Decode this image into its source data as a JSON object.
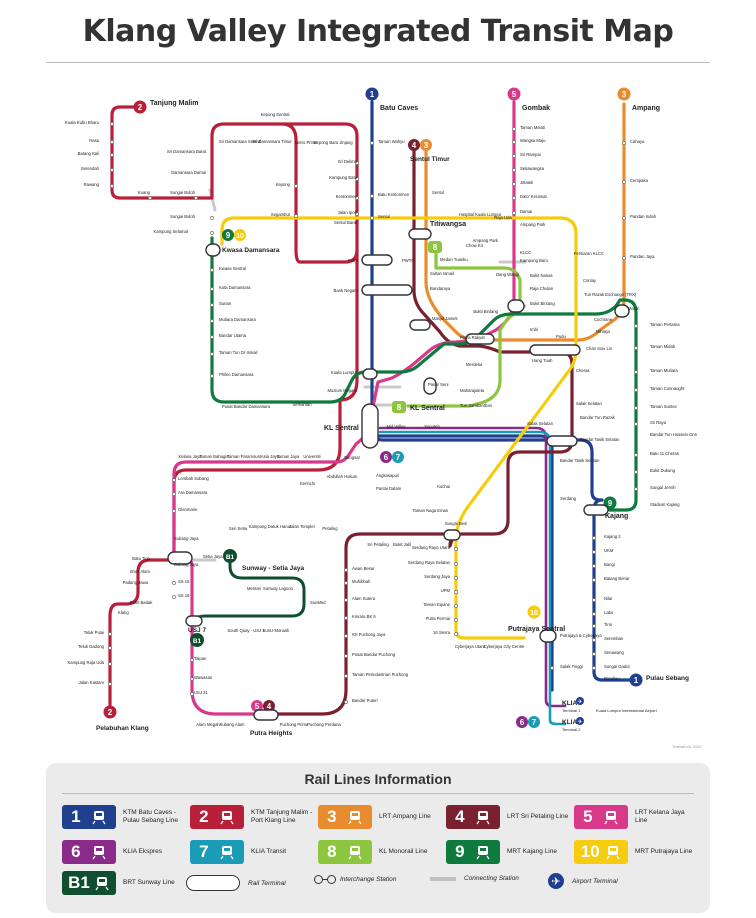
{
  "title": "Klang Valley Integrated Transit Map",
  "copyright": "TransitLink 2022",
  "colors": {
    "ktm1": "#1f3f8f",
    "ktm2": "#b8203a",
    "lrt3": "#e98b2f",
    "lrt4": "#7a2130",
    "lrt5": "#d8398b",
    "ekspres6": "#8a2a8a",
    "transit7": "#1a9bb6",
    "mono8": "#8cc63f",
    "mrt9": "#0e7a3e",
    "mrt10": "#f5cd0e",
    "brt": "#0f4e2e",
    "connect": "#c0c0c0"
  },
  "lines": {
    "l1": "1",
    "l2": "2",
    "l3": "3",
    "l4": "4",
    "l5": "5",
    "l6": "6",
    "l7": "7",
    "l8": "8",
    "l9": "9",
    "l10": "10",
    "b1": "B1"
  },
  "terminals": {
    "batu_caves": "Batu Caves",
    "tanjung_malim": "Tanjung Malim",
    "gombak": "Gombak",
    "ampang": "Ampang",
    "sentul_timur": "Sentul Timur",
    "kwasa_damansara": "Kwasa Damansara",
    "kl_sentral": "KL Sentral",
    "kl_sentral_mono": "KL Sentral",
    "titiwangsa": "Titiwangsa",
    "kajang": "Kajang",
    "pulau_sebang": "Pulau Sebang",
    "putrajaya_sentral": "Putrajaya Sentral",
    "putra_heights": "Putra Heights",
    "pelabuhan_klang": "Pelabuhan Klang",
    "usj7": "USJ 7",
    "sunway": "Sunway - Setia Jaya",
    "klia_t1": "KLIA",
    "klia_t1_sub": "Terminal 1",
    "klia_t2": "KLIA",
    "klia_t2_sub": "Terminal 2",
    "klia_airport": "Kuala Lumpur International Airport"
  },
  "stations": {
    "kuala_kubu_bharu": "Kuala Kubu Bharu",
    "rasa": "Rasa",
    "batang_kali": "Batang Kali",
    "serendah": "Serendah",
    "rawang": "Rawang",
    "kuang": "Kuang",
    "sungai_buloh": "Sungai Buloh",
    "sungai_buloh2": "Sungai Buloh",
    "kampung_selamat": "Kampung Selamat",
    "sri_damansara_barat": "Sri Damansara Barat",
    "sri_damansara_sentral": "Sri Damansara Sentral",
    "sri_damansara_timur": "Sri Damansara Timur",
    "damansara_damai": "Damansara Damai",
    "kepong_sentral": "Kepong Sentral",
    "kepong": "Kepong",
    "segambut": "Segambut",
    "metro_prima": "Metro Prima",
    "kepong_baru": "Kepong Baru",
    "jinjang": "Jinjang",
    "sri_delima": "Sri Delima",
    "kampung_batu": "Kampung Batu",
    "kentonmen": "Kentonmen",
    "jalan_ipoh": "Jalan Ipoh",
    "sentul_barat": "Sentul Barat",
    "taman_wahyu": "Taman Wahyu",
    "batu_kentonmen": "Batu Kentonmen",
    "sentul": "Sentul",
    "sentul2": "Sentul",
    "hospital_kl": "Hospital Kuala Lumpur",
    "raja_uda": "Raja Uda",
    "ampang_park": "Ampang Park",
    "taman_melati": "Taman Melati",
    "wangsa_maju": "Wangsa Maju",
    "sri_rampai": "Sri Rampai",
    "setiawangsa": "Setiawangsa",
    "jelatek": "Jelatek",
    "dato_keramat": "Dato' Keramat",
    "damai": "Damai",
    "ampang_park2": "Ampang Park",
    "klcc": "KLCC",
    "kampung_baru": "Kampung Baru",
    "cahaya": "Cahaya",
    "cempaka": "Cempaka",
    "pandan_indah": "Pandan Indah",
    "pandan_jaya": "Pandan Jaya",
    "persiaran_klcc": "Persiaran KLCC",
    "conlay": "Conlay",
    "tun_razak": "Tun Razak Exchange (TRX)",
    "chow_kit": "Chow Kit",
    "medan_tuanku": "Medan Tuanku",
    "sultan_ismail": "Sultan Ismail",
    "bandaraya": "Bandaraya",
    "dang_wangi": "Dang Wangi",
    "bukit_nanas": "Bukit Nanas",
    "raja_chulan": "Raja Chulan",
    "bukit_bintang": "Bukit Bintang",
    "bukit_bintang2": "Bukit Bintang",
    "imbi": "Imbi",
    "pwtc": "PWTC",
    "putra": "Putra",
    "bank_negara": "Bank Negara",
    "masjid_jamek": "Masjid Jamek",
    "plaza_rakyat": "Plaza Rakyat",
    "merdeka": "Merdeka",
    "hang_tuah": "Hang Tuah",
    "pudu": "Pudu",
    "chan_sow_lin": "Chan Sow Lin",
    "cochrane": "Cochrane",
    "miharja": "Miharja",
    "maluri": "Maluri",
    "cheras": "Cheras",
    "salak_selatan": "Salak Selatan",
    "bandar_tun_razak": "Bandar Tun Razak",
    "bandar_tasik_selatan": "Bandar Tasik Selatan",
    "maharajalela": "Maharajalela",
    "tun_sambanthan": "Tun Sambanthan",
    "pasar_seni": "Pasar Seni",
    "kuala_lumpur": "Kuala Lumpur",
    "muzium_negara": "Muzium Negara",
    "kwasa_sentral": "Kwasa Sentral",
    "kota_damansara": "Kota Damansara",
    "surian": "Surian",
    "mutiara_damansara": "Mutiara Damansara",
    "bandar_utama": "Bandar Utama",
    "ttdi": "Taman Tun Dr Ismail",
    "phileo": "Phileo Damansara",
    "pusat_bandar_damansara": "Pusat Bandar Damansara",
    "semantan": "Semantan",
    "taman_pertama": "Taman Pertama",
    "taman_midah": "Taman Midah",
    "taman_mutiara": "Taman Mutiara",
    "taman_connaught": "Taman Connaught",
    "taman_suntex": "Taman Suntex",
    "sri_raya": "Sri Raya",
    "bandar_tun_hussein_onn": "Bandar Tun Hussein Onn",
    "batu_11_cheras": "Batu 11 Cheras",
    "bukit_dukung": "Bukit Dukung",
    "sungai_jernih": "Sungai Jernih",
    "stadium_kajang": "Stadium Kajang",
    "salak_selatan2": "Salak Selatan",
    "kuchai": "Kuchai",
    "taman_naga_emas": "Taman Naga Emas",
    "sungai_besi": "Sungai Besi",
    "serdang_raya_utara": "Serdang Raya Utara",
    "serdang_raya_selatan": "Serdang Raya Selatan",
    "serdang_jaya": "Serdang Jaya",
    "upm": "UPM",
    "taman_equine": "Taman Equine",
    "putra_permai": "Putra Permai",
    "16_sierra": "16 Sierra",
    "cyberjaya_utara": "Cyberjaya Utara",
    "cyberjaya_city_centre": "Cyberjaya City Centre",
    "putrajaya_cyberjaya": "Putrajaya & Cyberjaya",
    "salak_tinggi": "Salak Tinggi",
    "kajang2": "Kajang 2",
    "ukm": "UKM",
    "bangi": "Bangi",
    "batang_benar": "Batang Benar",
    "nilai": "Nilai",
    "labu": "Labu",
    "tiroi": "Tiroi",
    "seremban": "Seremban",
    "senawang": "Senawang",
    "sungai_gadut": "Sungai Gadut",
    "rembau": "Rembau",
    "serdang": "Serdang",
    "bandar_tasik_selatan2": "Bandar Tasik Selatan",
    "mid_valley": "Mid Valley",
    "seputeh": "Seputeh",
    "angkasapuri": "Angkasapuri",
    "pantai_dalam": "Pantai Dalam",
    "abdullah_hukum": "Abdullah Hukum",
    "bangsar": "Bangsar",
    "kerinchi": "Kerinchi",
    "universiti": "Universiti",
    "taman_jaya": "Taman Jaya",
    "asia_jaya": "Asia Jaya",
    "taman_paramount": "Taman Paramount",
    "taman_bahagia": "Taman Bahagia",
    "kelana_jaya": "Kelana Jaya",
    "lembah_subang": "Lembah Subang",
    "ara_damansara": "Ara Damansara",
    "glenmarie": "Glenmarie",
    "subang_jaya": "Subang Jaya",
    "subang_jaya2": "Subang Jaya",
    "ss15": "SS 15",
    "ss18": "SS 18",
    "taipan": "Taipan",
    "wawasan": "Wawasan",
    "usj21": "USJ 21",
    "alam_megah": "Alam Megah",
    "subang_alam": "Subang Alam",
    "puchong_prima": "Puchong Prima",
    "puchong_perdana": "Puchong Perdana",
    "bandar_puteri": "Bandar Puteri",
    "taman_perindustrian_puchong": "Taman Perindustrian Puchong",
    "pusat_bandar_puchong": "Pusat Bandar Puchong",
    "ioi_puchong_jaya": "IOI Puchong Jaya",
    "kinrara_bk5": "Kinrara BK 5",
    "alam_sutera": "Alam Sutera",
    "muhibbah": "Muhibbah",
    "awan_besar": "Awan Besar",
    "sri_petaling": "Sri Petaling",
    "bukit_jalil": "Bukit Jalil",
    "sri_setia": "Seri Setia",
    "kampung_datuk_harun": "Kampung Datuk Harun",
    "jalan_templer": "Jalan Templer",
    "petaling": "Petaling",
    "setia_jaya": "Setia Jaya",
    "mentari": "Mentari",
    "sunway_lagoon": "Sunway Lagoon",
    "sunmed": "SunMed",
    "sunu_monash": "SunU-Monash",
    "south_quay": "South Quay - USJ 1",
    "batu_tiga": "Batu Tiga",
    "shah_alam": "Shah Alam",
    "padang_jawa": "Padang Jawa",
    "bukit_badak": "Bukit Badak",
    "klang": "Klang",
    "teluk_pulai": "Teluk Pulai",
    "teluk_gadong": "Teluk Gadong",
    "kampung_raja_uda": "Kampung Raja Uda",
    "jalan_kastam": "Jalan Kastam"
  },
  "legend": {
    "title": "Rail Lines Information",
    "items": [
      {
        "num": "1",
        "name": "KTM Batu Caves - Pulau Sebang Line",
        "color": "#1f3f8f"
      },
      {
        "num": "2",
        "name": "KTM Tanjung Malim - Port Klang Line",
        "color": "#b8203a"
      },
      {
        "num": "3",
        "name": "LRT Ampang Line",
        "color": "#e98b2f"
      },
      {
        "num": "4",
        "name": "LRT Sri Petaling Line",
        "color": "#7a2130"
      },
      {
        "num": "5",
        "name": "LRT Kelana Jaya Line",
        "color": "#d8398b"
      },
      {
        "num": "6",
        "name": "KLIA Ekspres",
        "color": "#8a2a8a"
      },
      {
        "num": "7",
        "name": "KLIA Transit",
        "color": "#1a9bb6"
      },
      {
        "num": "8",
        "name": "KL Monorail Line",
        "color": "#8cc63f"
      },
      {
        "num": "9",
        "name": "MRT Kajang Line",
        "color": "#0e7a3e"
      },
      {
        "num": "10",
        "name": "MRT Putrajaya Line",
        "color": "#f5cd0e"
      },
      {
        "num": "B1",
        "name": "BRT Sunway Line",
        "color": "#0f4e2e"
      }
    ],
    "keys": {
      "rail_terminal": "Rail Terminal",
      "interchange": "Interchange Station",
      "connecting": "Connecting Station",
      "airport": "Airport Terminal"
    }
  }
}
